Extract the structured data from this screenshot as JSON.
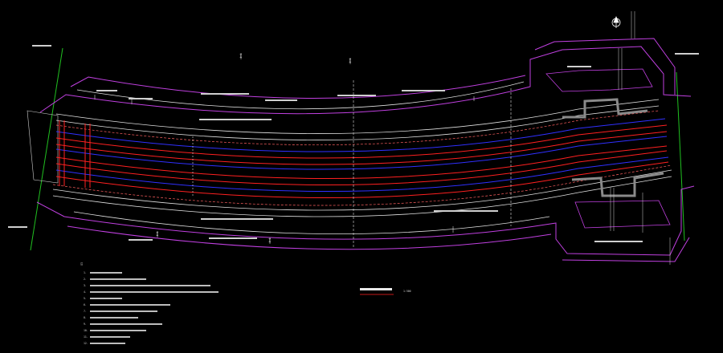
{
  "drawing": {
    "background": "#000000",
    "colors": {
      "boundary": "#c040e0",
      "curb": "#e0e0e0",
      "lane_edge": "#3030ff",
      "lane_center": "#ff2020",
      "bridge": "#8a8a8a",
      "ground": "#20c020",
      "dim": "#ffffff",
      "dash": "#ff6060"
    },
    "section_marks": [
      "I",
      "I",
      "I",
      "I"
    ],
    "north_symbol": "north-arrow"
  },
  "notes": {
    "heading": "注",
    "items": [
      "1.",
      "2.",
      "3.",
      "4.",
      "5.",
      "6.",
      "7.",
      "8.",
      "9.",
      "10.",
      "11.",
      "12."
    ]
  },
  "title_block": {
    "title": "",
    "scale": "1:500"
  }
}
